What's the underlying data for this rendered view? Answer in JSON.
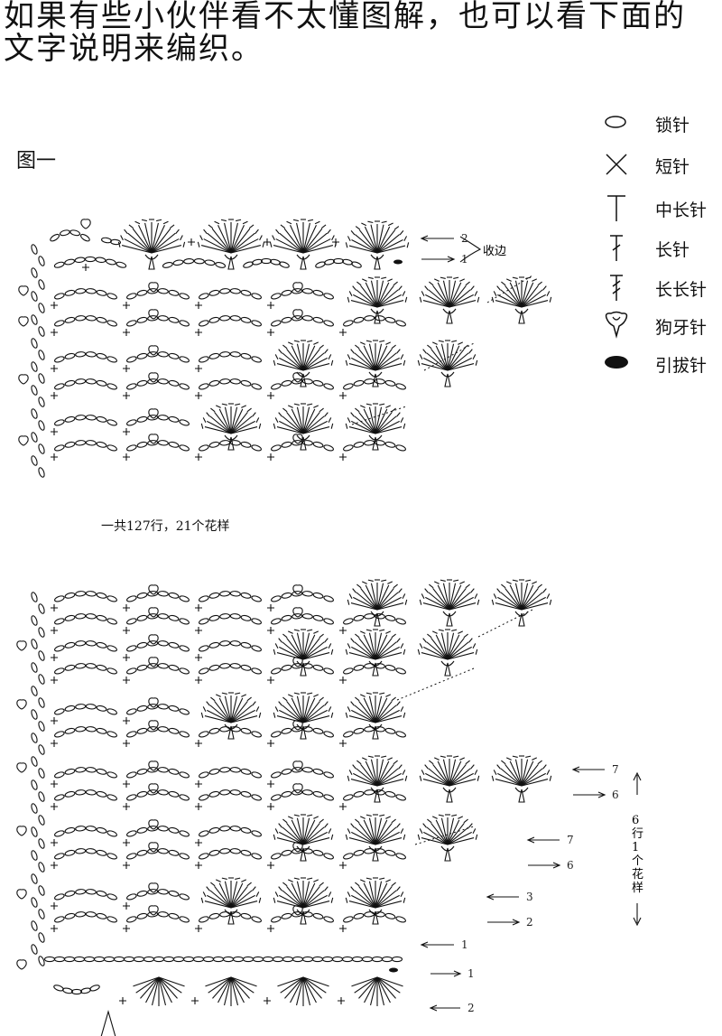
{
  "title": "如果有些小伙伴看不太懂图解，也可以看下面的文字说明来编织。",
  "figure_label": "图一",
  "legend": [
    {
      "icon": "chain-stitch-icon",
      "label": "锁针"
    },
    {
      "icon": "single-crochet-icon",
      "label": "短针"
    },
    {
      "icon": "half-double-crochet-icon",
      "label": "中长针"
    },
    {
      "icon": "double-crochet-icon",
      "label": "长针"
    },
    {
      "icon": "treble-crochet-icon",
      "label": "长长针"
    },
    {
      "icon": "picot-icon",
      "label": "狗牙针"
    },
    {
      "icon": "slip-stitch-icon",
      "label": "引拔针"
    }
  ],
  "top_diagram": {
    "edge_label": "收边",
    "row_arrows": [
      "2",
      "1"
    ]
  },
  "rows_note": "一共127行，21个花样",
  "bottom_diagram": {
    "row_arrows": [
      "7",
      "6",
      "7",
      "6",
      "3",
      "2",
      "1",
      "1",
      "2"
    ],
    "repeat_label": [
      "6",
      "行",
      "1",
      "个",
      "花",
      "样"
    ]
  }
}
